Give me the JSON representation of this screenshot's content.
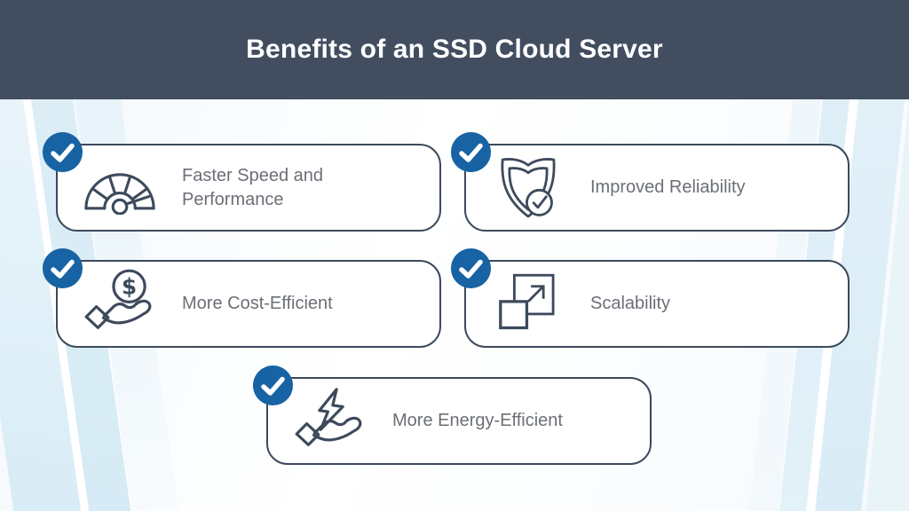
{
  "header": {
    "title": "Benefits of an SSD Cloud Server"
  },
  "colors": {
    "header_bg": "#424e60",
    "badge_blue": "#1763a4",
    "icon_stroke": "#3d4a5c",
    "card_border": "#3d4a5c",
    "label_gray": "#6b6f76",
    "stripe_blue": "#d9ecf5",
    "card_bg": "#ffffff"
  },
  "cards": [
    {
      "label": "Faster Speed and Performance",
      "icon": "speedometer-icon"
    },
    {
      "label": "Improved Reliability",
      "icon": "shield-check-icon"
    },
    {
      "label": "More Cost-Efficient",
      "icon": "hand-dollar-icon"
    },
    {
      "label": "Scalability",
      "icon": "expand-squares-icon"
    },
    {
      "label": "More Energy-Efficient",
      "icon": "hand-bolt-icon"
    }
  ],
  "glyphs": {
    "dollar_sign": "$",
    "checkmark": "check"
  }
}
